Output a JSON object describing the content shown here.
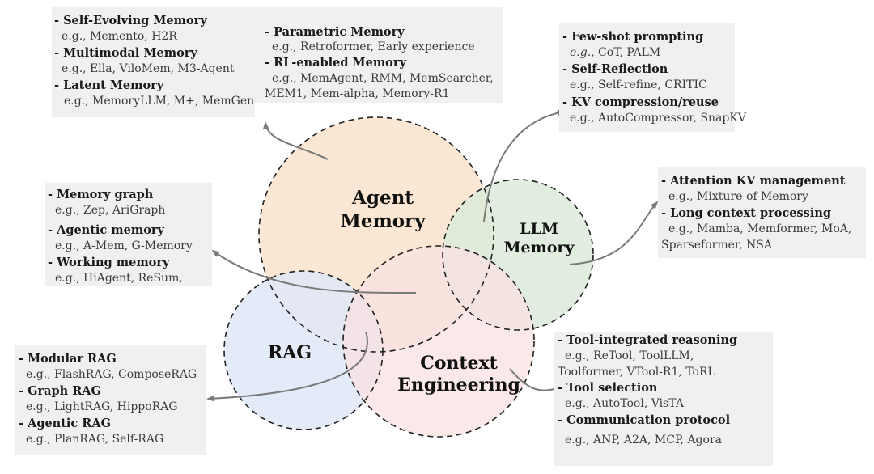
{
  "circles": {
    "agent_memory": {
      "label_line1": "Agent",
      "label_line2": "Memory",
      "color": "#fbe3cc"
    },
    "llm_memory": {
      "label_line1": "LLM",
      "label_line2": "Memory",
      "color": "#dcebd9"
    },
    "rag": {
      "label": "RAG",
      "color": "#dfe7f7"
    },
    "context_engineering": {
      "label_line1": "Context",
      "label_line2": "Engineering",
      "color": "#f9e1e1"
    }
  },
  "boxes": {
    "agent_memory_left": [
      {
        "head": "- Self-Evolving Memory",
        "example": "e.g., Memento, H2R"
      },
      {
        "head": "- Multimodal Memory",
        "example": "e.g., Ella, ViloMem, M3-Agent"
      },
      {
        "head": "- Latent Memory",
        "example": "e.g., MemoryLLM, M+, MemGen"
      }
    ],
    "agent_memory_right": [
      {
        "head": "- Parametric Memory",
        "example": "e.g., Retroformer, Early experience"
      },
      {
        "head": "- RL-enabled Memory",
        "example": "e.g., MemAgent, RMM, MemSearcher,",
        "example2": "MEM1, Mem-alpha, Memory-R1"
      }
    ],
    "llm_memory_top": [
      {
        "head": "- Few-shot prompting",
        "example_prefix": "e.g.,",
        "example": " CoT, PALM"
      },
      {
        "head": "- Self-Reflection",
        "example": "e.g., Self-refine, CRITIC"
      },
      {
        "head": "- KV compression/reuse",
        "example": "e.g., AutoCompressor, SnapKV"
      }
    ],
    "llm_memory_right": [
      {
        "head": "- Attention KV management",
        "example": "e.g., Mixture-of-Memory"
      },
      {
        "head": "- Long context processing",
        "example": "e.g., Mamba, Memformer, MoA,",
        "example2": "Sparseformer, NSA"
      }
    ],
    "middle_left": [
      {
        "head": "- Memory graph",
        "example": "e.g., Zep, AriGraph"
      },
      {
        "head": "- Agentic memory",
        "example": "e.g., A-Mem, G-Memory"
      },
      {
        "head": "- Working memory",
        "example": "e.g., HiAgent, ReSum,"
      }
    ],
    "rag": [
      {
        "head": "- Modular RAG",
        "example": "e.g., FlashRAG, ComposeRAG"
      },
      {
        "head": "- Graph RAG",
        "example": "e.g., LightRAG, HippoRAG"
      },
      {
        "head": "- Agentic RAG",
        "example": "e.g., PlanRAG, Self-RAG"
      }
    ],
    "context_engineering": [
      {
        "head": "- Tool-integrated reasoning",
        "example": "e.g., ReTool, ToolLLM,",
        "example2": "Toolformer, VTool-R1, ToRL"
      },
      {
        "head": "- Tool selection",
        "example": "e.g., AutoTool, VisTA"
      },
      {
        "head": "- Communication protocol",
        "example": "e.g., ANP, A2A, MCP, Agora"
      }
    ]
  },
  "colors": {
    "box_bg": "#f0f0f0",
    "arrow": "#7a7a7a",
    "circle_stroke": "#222222"
  }
}
